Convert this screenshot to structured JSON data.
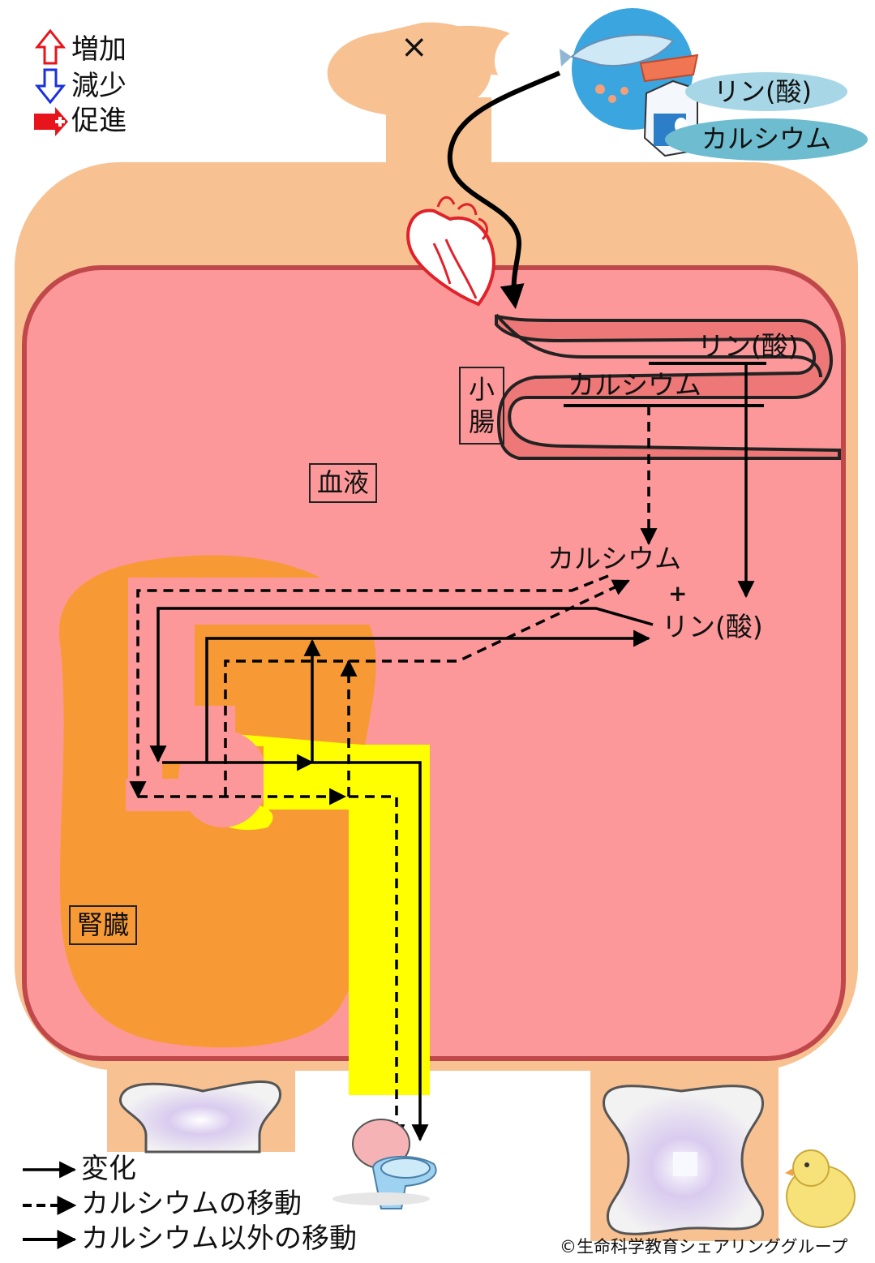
{
  "legend_top": {
    "increase": "増加",
    "decrease": "減少",
    "promote": "促進"
  },
  "mouth_mark": "×",
  "food_labels": {
    "phosphorus": "リン(酸)",
    "calcium": "カルシウム"
  },
  "intestine": {
    "organ_label": "小腸",
    "phosphorus": "リン(酸)",
    "calcium": "カルシウム"
  },
  "blood_label": "血液",
  "blood_calcium": "カルシウム",
  "plus_sign": "+",
  "blood_phosphorus": "リン(酸)",
  "kidney_label": "腎臓",
  "legend_bottom": {
    "change": "変化",
    "calcium_movement": "カルシウムの移動",
    "other_movement": "カルシウム以外の移動"
  },
  "copyright": "©生命科学教育シェアリンググループ",
  "colors": {
    "skin": "#f7c192",
    "blood": "#fc9899",
    "blood_border": "#c0484a",
    "intestine": "#ee7777",
    "kidney": "#f79a36",
    "urine": "#ffff00",
    "increase_arrow": "#e8141b",
    "decrease_arrow": "#1a2fe0",
    "promote_arrow": "#e8141b"
  },
  "icons": [
    "heart-icon",
    "food-icon",
    "fish-icon",
    "milk-carton-icon",
    "toilet-icon",
    "bone-icon",
    "chick-icon"
  ]
}
